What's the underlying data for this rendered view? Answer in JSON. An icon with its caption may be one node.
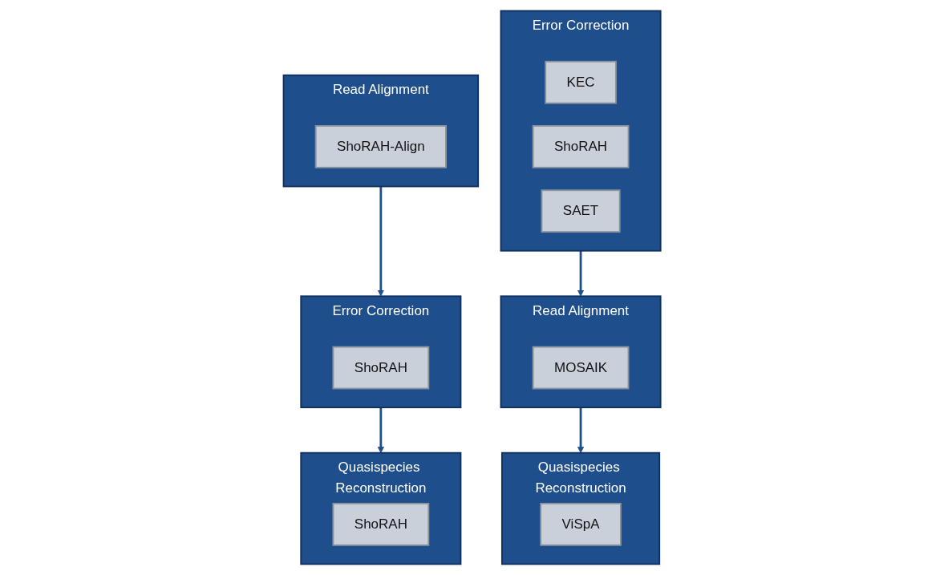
{
  "diagram": {
    "nodes": [
      {
        "text": [
          "Error Correction"
        ]
      },
      {
        "text": [
          "KEC"
        ],
        "in": 0
      },
      {
        "text": [
          "ShoRAH"
        ],
        "in": 0
      },
      {
        "text": [
          "SAET"
        ],
        "in": 0
      },
      {
        "text": [
          "Read Alignment"
        ]
      },
      {
        "text": [
          "MOSAIK"
        ],
        "in": 4
      },
      {
        "text": [
          "Quasispecies Reconstruction"
        ]
      },
      {
        "text": [
          "ViSpA"
        ],
        "in": 6
      },
      {
        "text": [
          "Read Alignment"
        ]
      },
      {
        "text": [
          "ShoRAH-Align"
        ],
        "in": 8
      },
      {
        "text": [
          "Error Correction"
        ]
      },
      {
        "text": [
          "ShoRAH"
        ],
        "in": 10
      },
      {
        "text": [
          "Quasispecies Reconstruction"
        ]
      },
      {
        "text": [
          "ShoRAH"
        ],
        "in": 12
      }
    ],
    "edges": [
      {
        "from": 0,
        "to": 4,
        "arrow": "to"
      },
      {
        "from": 4,
        "to": 6,
        "arrow": "to"
      },
      {
        "from": 8,
        "to": 10,
        "arrow": "to"
      },
      {
        "from": 10,
        "to": 12,
        "arrow": "to"
      }
    ]
  }
}
